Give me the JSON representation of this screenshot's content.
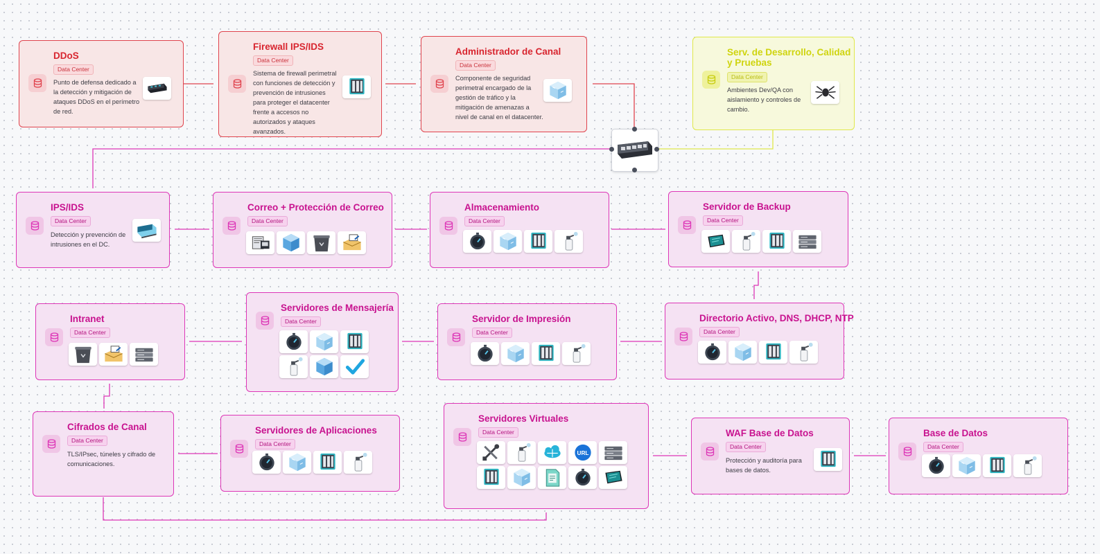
{
  "badge_text": "Data Center",
  "colors": {
    "red": "#e0434d",
    "pink": "#dd36b7",
    "yellow": "#e0e84a"
  },
  "nodes": {
    "ddos": {
      "title": "DDoS",
      "badge": "Data Center",
      "desc": "Punto de defensa dedicado a la detección y mitigación de ataques DDoS en el perímetro de red.",
      "icons": [
        "switch-device-icon"
      ]
    },
    "firewall": {
      "title": "Firewall IPS/IDS",
      "badge": "Data Center",
      "desc": "Sistema de firewall perimetral con funciones de detección y prevención de intrusiones para proteger el datacenter frente a accesos no autorizados y ataques avanzados.",
      "icons": [
        "server-rack-icon"
      ]
    },
    "canal": {
      "title": "Administrador de Canal",
      "badge": "Data Center",
      "desc": "Componente de seguridad perimetral encargado de la gestión de tráfico y la mitigación de amenazas a nivel de canal en el datacenter.",
      "icons": [
        "ice-cube-icon"
      ]
    },
    "devqa": {
      "title": "Serv. de Desarrollo, Calidad y Pruebas",
      "badge": "Data Center",
      "desc": "Ambientes Dev/QA con aislamiento y controles de cambio.",
      "icons": [
        "spider-icon"
      ]
    },
    "ipsids": {
      "title": "IPS/IDS",
      "badge": "Data Center",
      "desc": "Detección y prevención de intrusiones en el DC.",
      "icons": [
        "appliance-icon"
      ]
    },
    "correo": {
      "title": "Correo + Protección de Correo",
      "badge": "Data Center",
      "icons": [
        "mail-server-icon",
        "blue-cube-icon",
        "trash-bin-icon",
        "mail-box-icon"
      ]
    },
    "almacenamiento": {
      "title": "Almacenamiento",
      "badge": "Data Center",
      "icons": [
        "stopwatch-icon",
        "ice-cube-icon",
        "server-rack-icon",
        "spray-bottle-icon"
      ]
    },
    "backup": {
      "title": "Servidor de Backup",
      "badge": "Data Center",
      "icons": [
        "tablet-icon",
        "spray-bottle-icon",
        "server-rack-icon",
        "server-stack-icon"
      ]
    },
    "intranet": {
      "title": "Intranet",
      "badge": "Data Center",
      "icons": [
        "trash-bin-icon",
        "mail-box-icon",
        "server-stack-icon"
      ]
    },
    "mensajeria": {
      "title": "Servidores de Mensajería",
      "badge": "Data Center",
      "icons": [
        "stopwatch-icon",
        "ice-cube-icon",
        "server-rack-icon",
        "spray-bottle-icon",
        "blue-cube-icon",
        "checkmark-icon"
      ]
    },
    "impresion": {
      "title": "Servidor de Impresión",
      "badge": "Data Center",
      "icons": [
        "stopwatch-icon",
        "ice-cube-icon",
        "server-rack-icon",
        "spray-bottle-icon"
      ]
    },
    "directorio": {
      "title": "Directorio Activo, DNS, DHCP, NTP",
      "badge": "Data Center",
      "icons": [
        "stopwatch-icon",
        "ice-cube-icon",
        "server-rack-icon",
        "spray-bottle-icon"
      ]
    },
    "cifrados": {
      "title": "Cifrados de Canal",
      "badge": "Data Center",
      "desc": "TLS/IPsec, túneles y cifrado de comunicaciones."
    },
    "aplicaciones": {
      "title": "Servidores de Aplicaciones",
      "badge": "Data Center",
      "icons": [
        "stopwatch-icon",
        "ice-cube-icon",
        "server-rack-icon",
        "spray-bottle-icon"
      ]
    },
    "virtuales": {
      "title": "Servidores Virtuales",
      "badge": "Data Center",
      "icons": [
        "tools-icon",
        "spray-bottle-icon",
        "network-cloud-icon",
        "url-icon",
        "server-stack-icon",
        "server-rack-icon",
        "ice-cube-icon",
        "document-icon",
        "stopwatch-icon",
        "tablet-icon"
      ]
    },
    "waf": {
      "title": "WAF Base de Datos",
      "badge": "Data Center",
      "desc": "Protección y auditoría para bases de datos.",
      "icons": [
        "server-rack-icon"
      ]
    },
    "basedatos": {
      "title": "Base de Datos",
      "badge": "Data Center",
      "icons": [
        "stopwatch-icon",
        "ice-cube-icon",
        "server-rack-icon",
        "spray-bottle-icon"
      ]
    }
  },
  "hub": {
    "icon": "network-switch-icon"
  },
  "url_label": "URL"
}
